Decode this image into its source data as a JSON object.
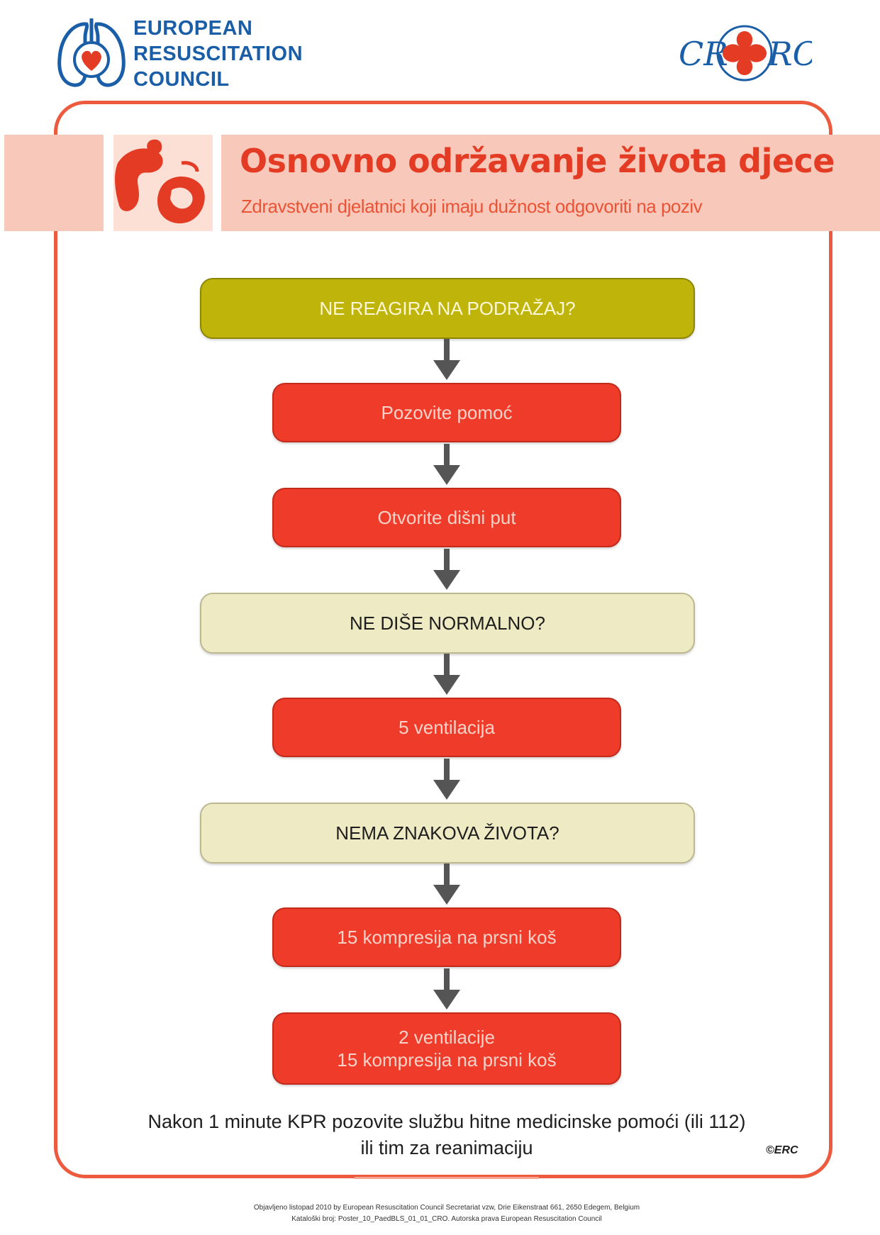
{
  "header": {
    "org_lines": [
      "EUROPEAN",
      "RESUSCITATION",
      "COUNCIL"
    ],
    "partner_logo_text": "CRRC"
  },
  "title": "Osnovno održavanje života djece",
  "subtitle": "Zdravstveni djelatnici koji imaju dužnost odgovoriti na poziv",
  "flowchart": {
    "nodes": [
      {
        "id": "n1",
        "kind": "question-primary",
        "label": "NE REAGIRA NA PODRAŽAJ?"
      },
      {
        "id": "n2",
        "kind": "action",
        "label": "Pozovite pomoć"
      },
      {
        "id": "n3",
        "kind": "action",
        "label": "Otvorite dišni put"
      },
      {
        "id": "n4",
        "kind": "question",
        "label": "NE DIŠE NORMALNO?"
      },
      {
        "id": "n5",
        "kind": "action",
        "label": "5 ventilacija"
      },
      {
        "id": "n6",
        "kind": "question",
        "label": "NEMA ZNAKOVA ŽIVOTA?"
      },
      {
        "id": "n7",
        "kind": "action",
        "label": "15 kompresija na prsni koš"
      },
      {
        "id": "n8",
        "kind": "action",
        "lines": [
          "2 ventilacije",
          "15 kompresija na prsni koš"
        ]
      }
    ],
    "edges": [
      [
        "n1",
        "n2"
      ],
      [
        "n2",
        "n3"
      ],
      [
        "n3",
        "n4"
      ],
      [
        "n4",
        "n5"
      ],
      [
        "n5",
        "n6"
      ],
      [
        "n6",
        "n7"
      ],
      [
        "n7",
        "n8"
      ]
    ]
  },
  "footer": {
    "note_line1": "Nakon 1 minute KPR pozovite službu hitne medicinske pomoći (ili 112)",
    "note_line2": "ili tim za reanimaciju",
    "erc_mark": "©ERC",
    "pub_line1": "Objavljeno listopad 2010 by European Resuscitation Council Secretariat vzw, Drie Eikenstraat 661, 2650 Edegem, Belgium",
    "pub_line2": "Kataloški broj: Poster_10_PaedBLS_01_01_CRO. Autorska prava European Resuscitation Council"
  },
  "colors": {
    "frame": "#ec5b3e",
    "title": "#e43b25",
    "band": "#f8c9ba",
    "question_primary": "#bfb409",
    "question": "#eeeac4",
    "action": "#ee3b2a",
    "arrow": "#555555",
    "erc_blue": "#1b5ea8"
  }
}
